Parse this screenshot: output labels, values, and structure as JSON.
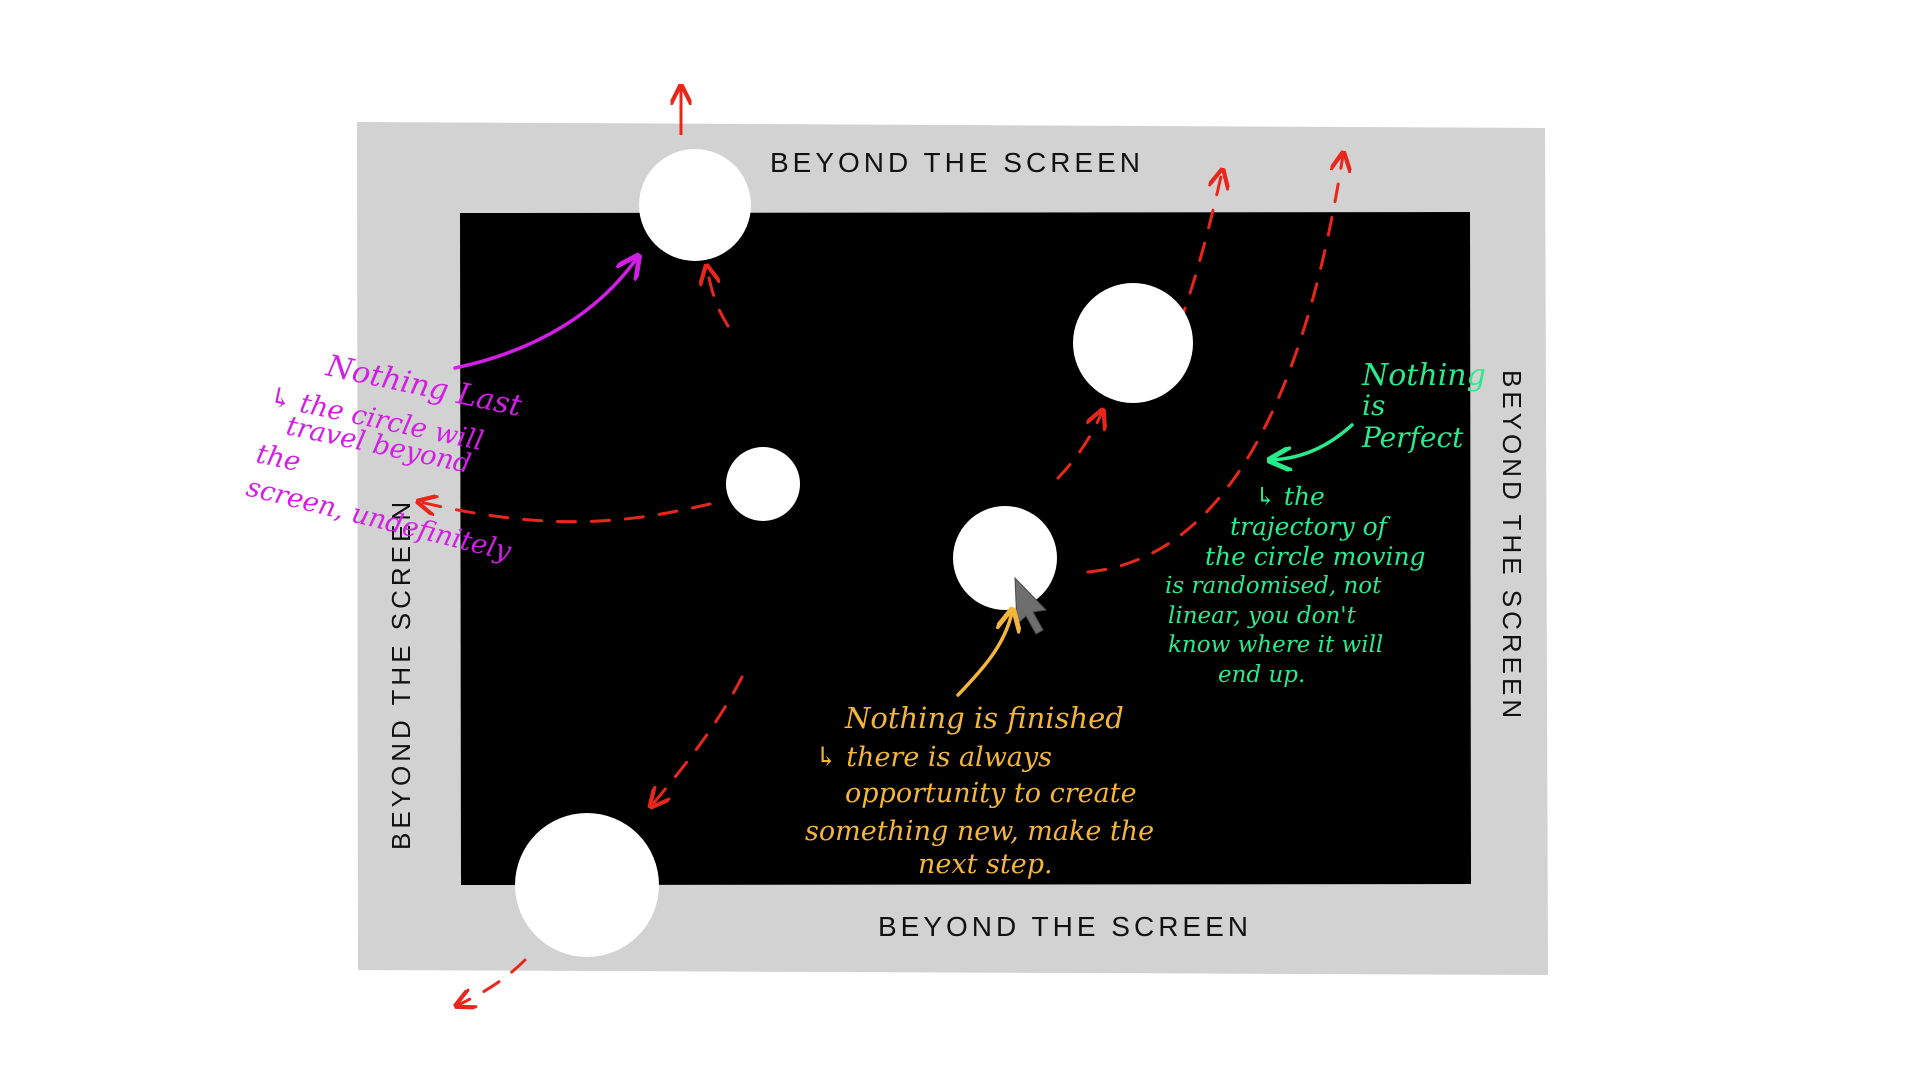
{
  "colors": {
    "page_bg": "#ffffff",
    "frame": "#d2d2d2",
    "screen": "#000000",
    "circle": "#ffffff",
    "arrow": "#e8271c",
    "note_magenta": "#d21ee6",
    "note_green": "#2bea8c",
    "note_orange": "#f4b63a",
    "cursor": "#6e6e6e"
  },
  "labels": {
    "top": "BEYOND THE SCREEN",
    "bottom": "BEYOND THE SCREEN",
    "left": "BEYOND THE SCREEN",
    "right": "BEYOND THE SCREEN"
  },
  "notes": {
    "last": {
      "title": "Nothing Last",
      "lines": [
        "↳ the circle will",
        "travel beyond",
        "the",
        "screen, undefinitely"
      ]
    },
    "perfect": {
      "title_lines": [
        "Nothing",
        "is",
        "Perfect"
      ],
      "lines": [
        "↳ the",
        "trajectory of",
        "the circle moving",
        "is randomised, not",
        "linear, you don't",
        "know where it will",
        "end up."
      ]
    },
    "finished": {
      "title": "Nothing is finished",
      "lines": [
        "↳ there is always",
        "opportunity to create",
        "something new, make the",
        "next step."
      ]
    }
  },
  "icons": [
    "mouse-cursor-icon"
  ]
}
